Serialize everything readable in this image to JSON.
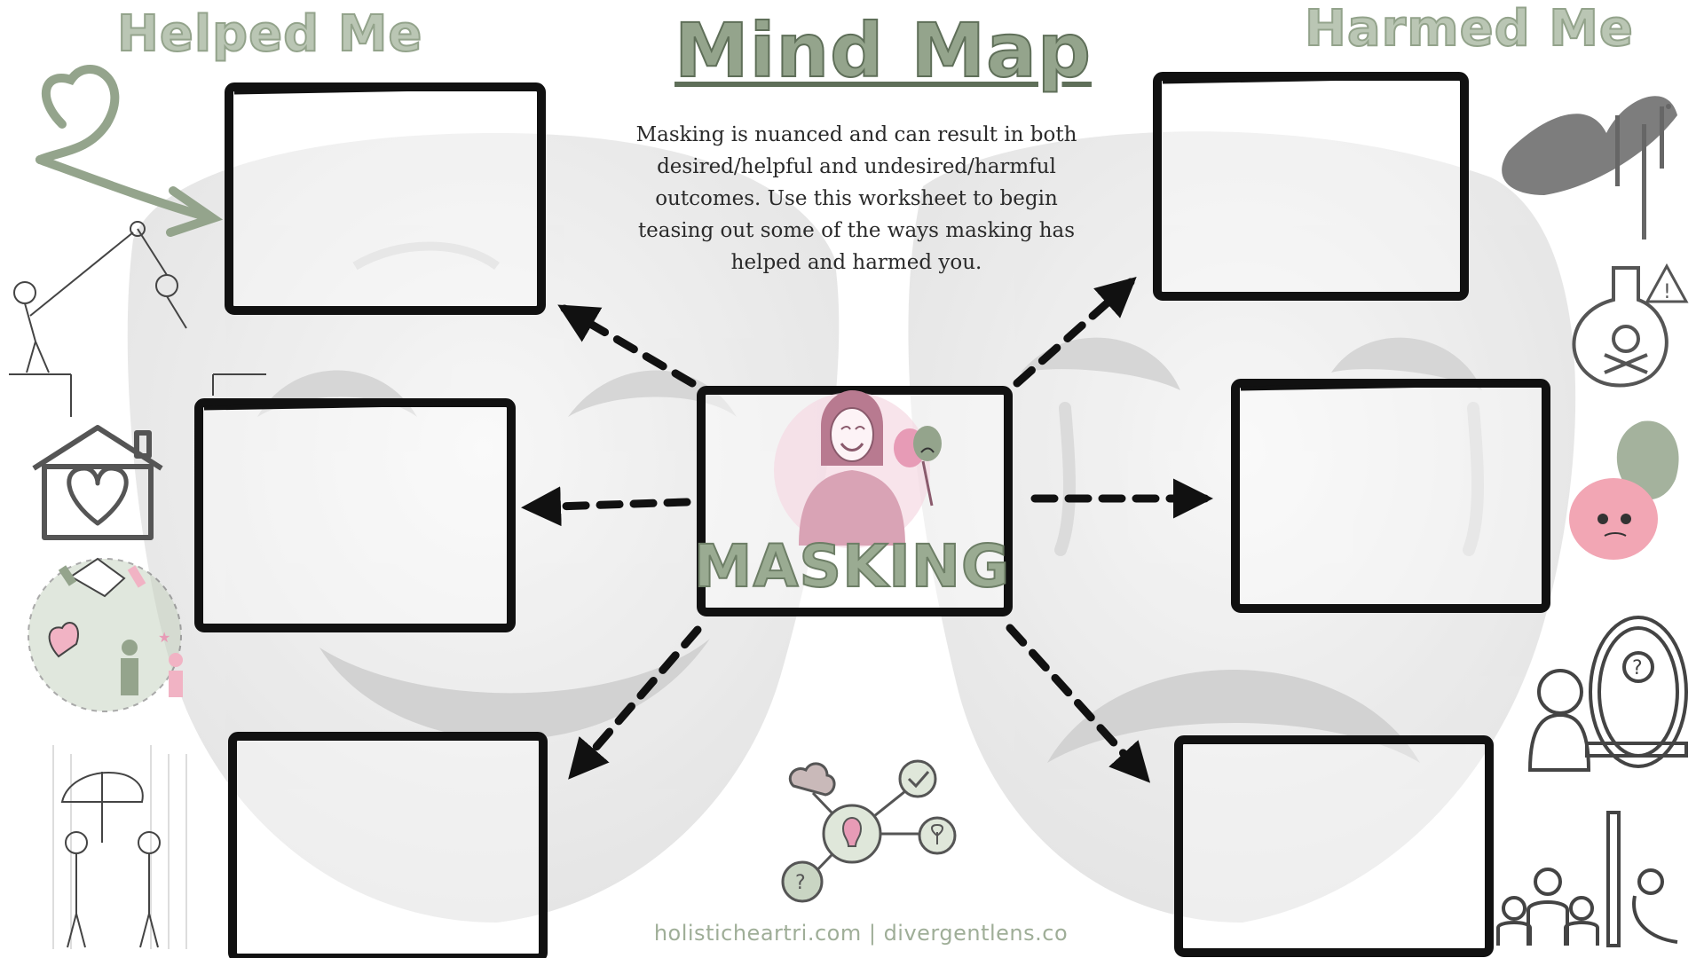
{
  "title": "Mind Map",
  "left_heading": "Helped Me",
  "right_heading": "Harmed Me",
  "intro": "Masking is nuanced and can result in both desired/helpful and undesired/harmful outcomes. Use this worksheet to begin teasing out some of the ways masking has helped and harmed you.",
  "center_label": "MASKING",
  "footer": "holisticheartri.com  |  divergentlens.co",
  "boxes": {
    "helped": [
      "",
      "",
      ""
    ],
    "harmed": [
      "",
      "",
      ""
    ]
  },
  "colors": {
    "sage": "#94a48c",
    "sage_light": "#bac6b4",
    "ink": "#111111",
    "pink": "#d9a3b5",
    "mask_grey": "#e4e4e4"
  },
  "icons": {
    "left": [
      "heart-arrow-icon",
      "climbing-help-icon",
      "heart-house-icon",
      "community-care-icon",
      "umbrella-share-icon"
    ],
    "right": [
      "spray-paint-icon",
      "poison-flask-icon",
      "anxious-brain-icon",
      "mirror-question-icon",
      "excluded-person-icon"
    ],
    "center": [
      "masked-person-illustration",
      "mind-map-icon"
    ]
  }
}
